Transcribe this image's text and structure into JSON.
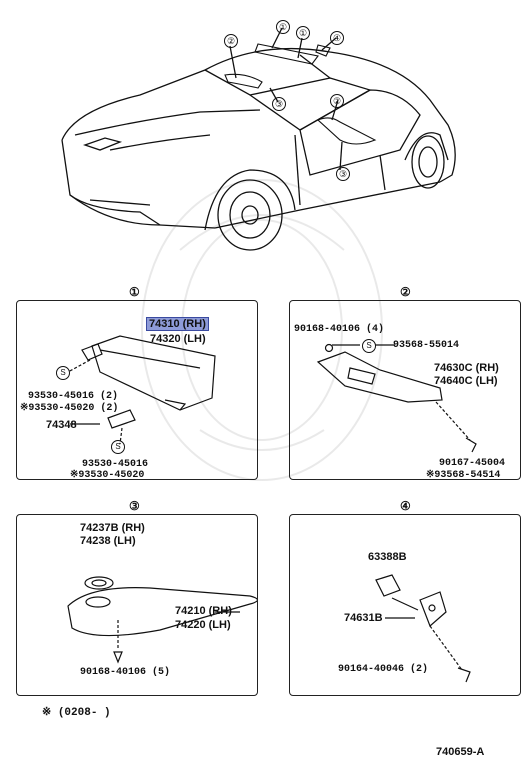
{
  "overview": {
    "callouts": [
      "①",
      "①",
      "②",
      "③",
      "④",
      "②",
      "③"
    ]
  },
  "sections": {
    "s1": {
      "number": "①",
      "parts": {
        "visor_rh": "74310 (RH)",
        "visor_lh": "74320 (LH)",
        "screw_a": "93530-45016 (2)",
        "screw_a_alt": "※93530-45020 (2)",
        "holder": "74348",
        "screw_b": "93530-45016",
        "screw_b_alt": "※93530-45020",
        "s_mark": "S"
      }
    },
    "s2": {
      "number": "②",
      "parts": {
        "clip_top": "90168-40106 (4)",
        "screw": "93568-55014",
        "grip_rh": "74630C (RH)",
        "grip_lh": "74640C (LH)",
        "clip_bottom": "90167-45004",
        "clip_bottom_alt": "※93568-54514",
        "s_mark": "S"
      }
    },
    "s3": {
      "number": "③",
      "parts": {
        "cover_rh": "74237B (RH)",
        "cover_lh": "74238  (LH)",
        "armrest_rh": "74210 (RH)",
        "armrest_lh": "74220 (LH)",
        "clip": "90168-40106 (5)"
      }
    },
    "s4": {
      "number": "④",
      "parts": {
        "hook": "63388B",
        "bracket": "74631B",
        "screw": "90164-40046 (2)"
      }
    }
  },
  "footnote": "※ (0208-      )",
  "diagram_id": "740659-A"
}
